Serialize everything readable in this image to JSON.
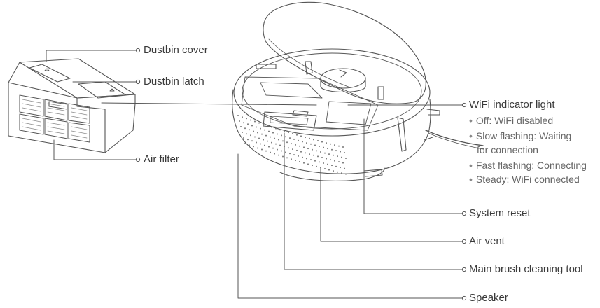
{
  "labels": {
    "dustbin_cover": "Dustbin cover",
    "dustbin_latch": "Dustbin latch",
    "air_filter": "Air filter",
    "wifi_light": "WiFi indicator light",
    "system_reset": "System reset",
    "air_vent": "Air vent",
    "main_brush_tool": "Main brush cleaning tool",
    "speaker": "Speaker"
  },
  "wifi_states": [
    "Off: WiFi disabled",
    "Slow flashing: Waiting",
    "for connection",
    "Fast flashing: Connecting",
    "Steady: WiFi connected"
  ],
  "colors": {
    "line": "#555555",
    "text": "#3a3a3a",
    "muted": "#666666"
  }
}
